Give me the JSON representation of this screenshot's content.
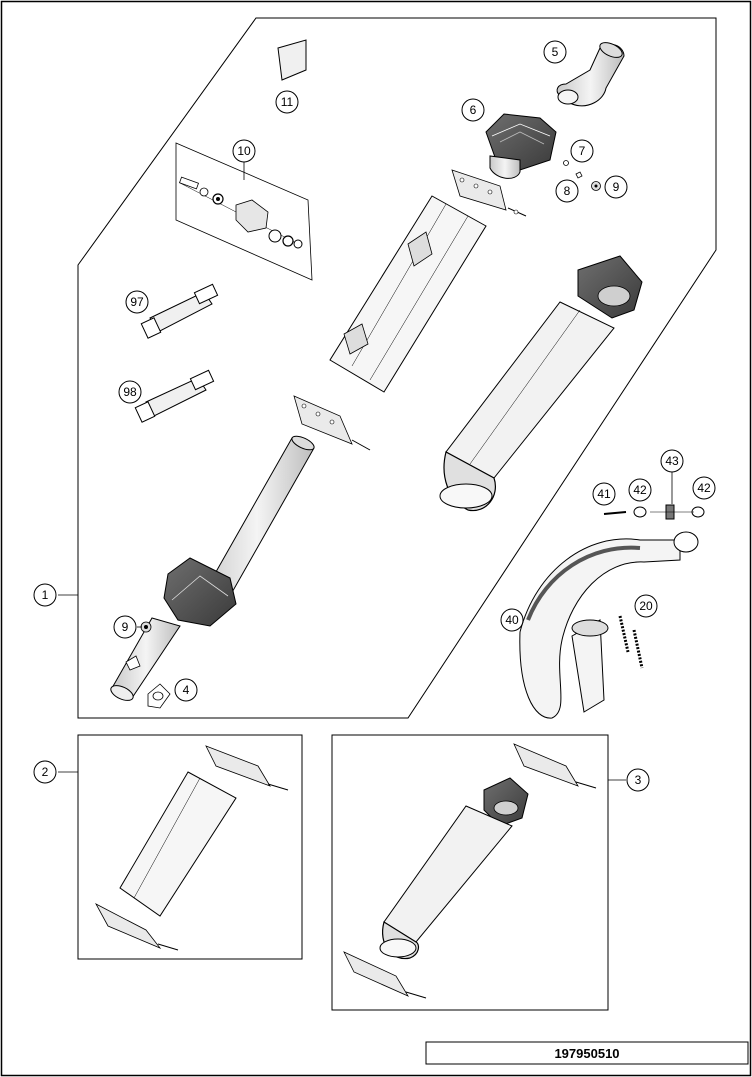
{
  "diagram": {
    "callouts": {
      "c1": "1",
      "c2": "2",
      "c3": "3",
      "c4": "4",
      "c5": "5",
      "c6": "6",
      "c7": "7",
      "c8": "8",
      "c9_top": "9",
      "c9_left": "9",
      "c10": "10",
      "c11": "11",
      "c20": "20",
      "c40": "40",
      "c41": "41",
      "c42_left": "42",
      "c42_right": "42",
      "c43": "43",
      "c97": "97",
      "c98": "98"
    },
    "part_number": "197950510"
  }
}
